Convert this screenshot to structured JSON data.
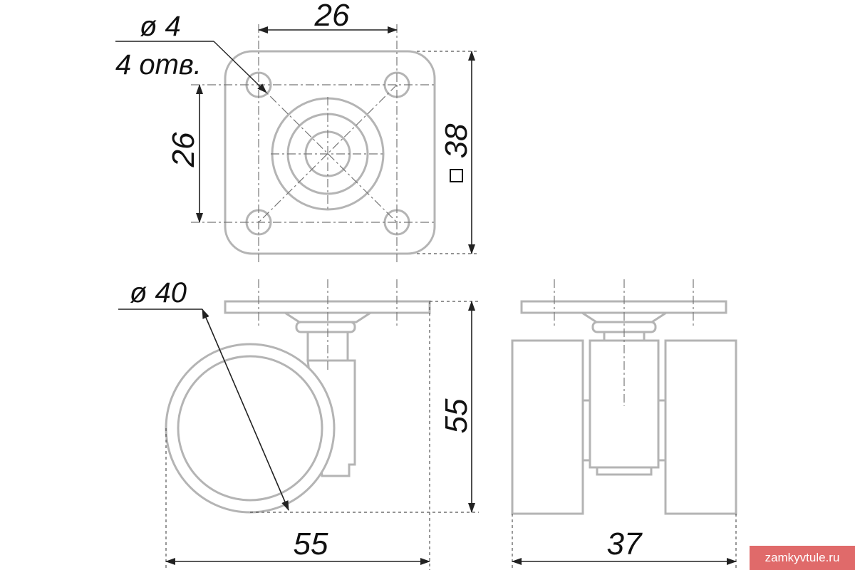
{
  "top_view": {
    "hole_diameter": "ø 4",
    "hole_count": "4 отв.",
    "hole_spacing_horizontal": "26",
    "hole_spacing_vertical": "26",
    "plate_square": "38"
  },
  "side_view": {
    "wheel_diameter": "ø 40",
    "total_height": "55",
    "width": "55"
  },
  "front_view": {
    "width": "37"
  },
  "watermark": "zamkyvtule.ru"
}
